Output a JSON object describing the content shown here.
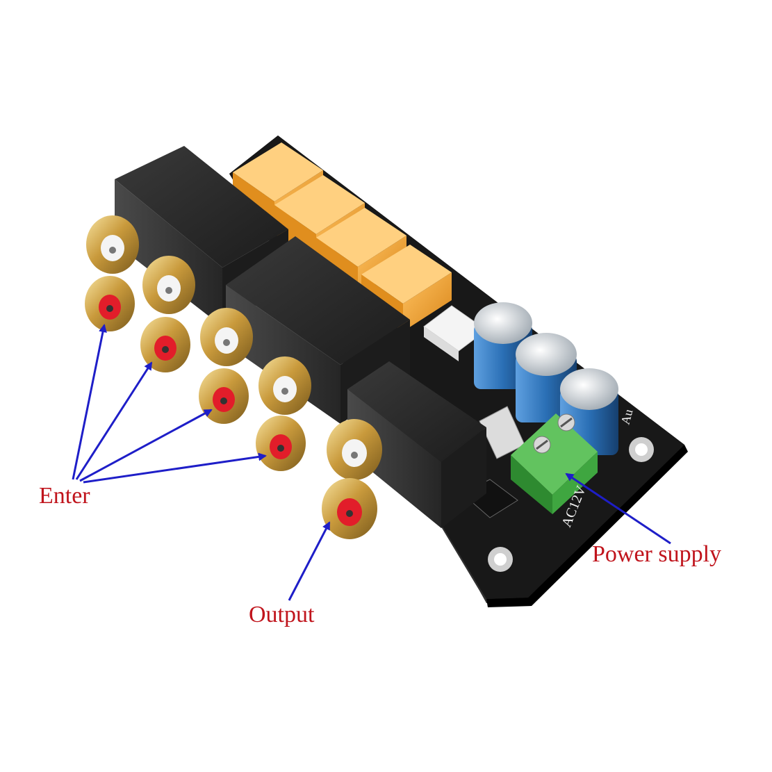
{
  "labels": {
    "enter": "Enter",
    "output": "Output",
    "power_supply": "Power supply"
  },
  "board_silkscreen": {
    "power_connector": "AC12V",
    "edge_text": "Au"
  },
  "colors": {
    "label_text": "#c0141c",
    "arrow": "#1e1ec8",
    "pcb": "#151515",
    "relay": "#f0a028",
    "capacitor": "#2a6fb5",
    "terminal_block": "#3fa640",
    "rca_gold": "#d9b050",
    "rca_red_insulator": "#e21d2a",
    "rca_white_insulator": "#f4f4f4"
  }
}
